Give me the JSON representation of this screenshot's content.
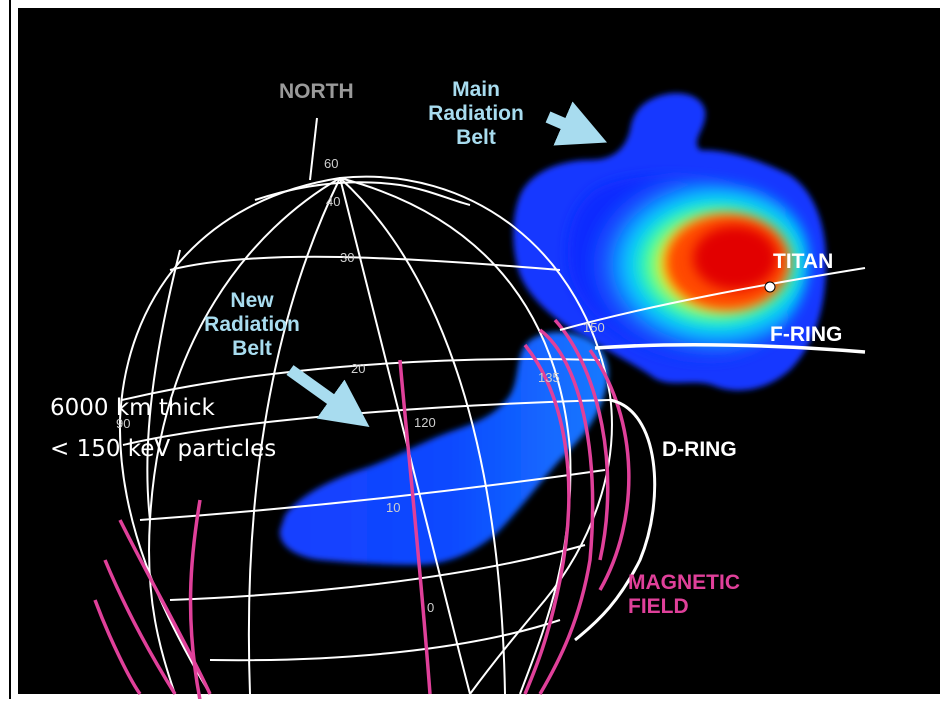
{
  "labels": {
    "north": "NORTH",
    "main_belt": [
      "Main",
      "Radiation",
      "Belt"
    ],
    "new_belt": [
      "New",
      "Radiation",
      "Belt"
    ],
    "titan": "TITAN",
    "f_ring": "F-RING",
    "d_ring": "D-RING",
    "magnetic_field": [
      "MAGNETIC",
      "FIELD"
    ]
  },
  "grid_labels": {
    "lat60": "60",
    "lat40": "40",
    "lat30": "30",
    "lat20": "20",
    "lat10": "10",
    "lat0": "0",
    "lon90": "90",
    "lon120": "120",
    "lon135": "135",
    "lon150": "150"
  },
  "annotation": {
    "line1": "6000 km thick",
    "line2": "< 150 keV particles"
  },
  "colors": {
    "background": "#000000",
    "frame": "#ffffff",
    "globe_grid": "#ffffff",
    "magnetic_field": "#e0409a",
    "arrow": "#a8dcef",
    "belt_low": "#1a3cff",
    "belt_mid": "#00e0ff",
    "belt_high": "#ffee00",
    "belt_peak": "#e00000"
  }
}
